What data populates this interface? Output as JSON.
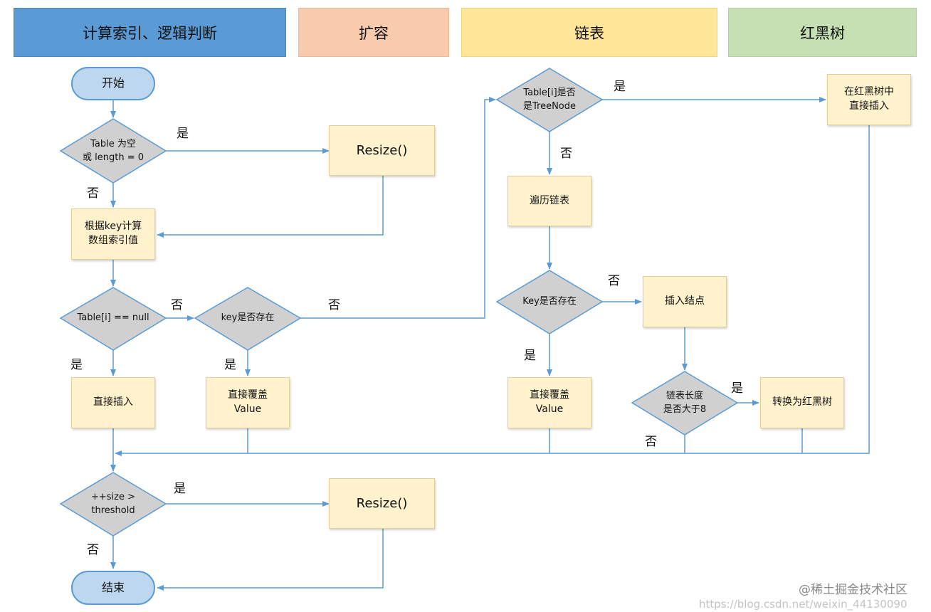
{
  "lanes": [
    "计算索引、逻辑判断",
    "扩容",
    "链表",
    "红黑树"
  ],
  "nodes": {
    "start": "开始",
    "check_empty": "Table 为空\n或 length = 0",
    "resize_1": "Resize()",
    "calc_index": "根据key计算\n数组索引值",
    "check_null": "Table[i] == null",
    "key_exists": "key是否存在",
    "insert_direct": "直接插入",
    "overwrite_1": "直接覆盖\nValue",
    "check_size": "++size >\nthreshold",
    "resize_2": "Resize()",
    "end": "结束",
    "is_treenode": "Table[i]是否\n是TreeNode",
    "tree_insert": "在红黑树中\n直接插入",
    "traverse_list": "遍历链表",
    "list_key_exists": "Key是否存在",
    "insert_node": "插入结点",
    "overwrite_2": "直接覆盖\nValue",
    "list_length_check": "链表长度\n是否大于8",
    "to_rbtree": "转换为红黑树"
  },
  "labels": {
    "yes": "是",
    "no": "否"
  },
  "watermark": {
    "primary": "@稀土掘金技术社区",
    "secondary": "https://blog.csdn.net/weixin_44130090"
  },
  "colors": {
    "arrow": "#5b9bd5",
    "decision_fill": "#d0d0d0",
    "decision_stroke": "#5b9bd5",
    "process_fill": "#fff2cc",
    "terminal_fill": "#bdd7ee"
  }
}
